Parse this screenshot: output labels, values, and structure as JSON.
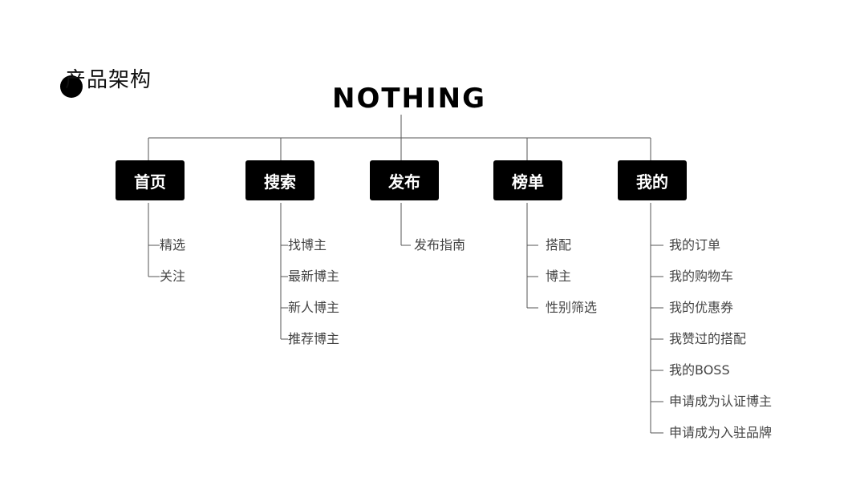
{
  "page": {
    "title": "产品架构",
    "brand": "NOTHING"
  },
  "categories": [
    {
      "label": "首页",
      "items": [
        "精选",
        "关注"
      ]
    },
    {
      "label": "搜索",
      "items": [
        "找博主",
        "最新博主",
        "新人博主",
        "推荐博主"
      ]
    },
    {
      "label": "发布",
      "items": [
        "发布指南"
      ]
    },
    {
      "label": "榜单",
      "items": [
        "搭配",
        "博主",
        "性别筛选"
      ]
    },
    {
      "label": "我的",
      "items": [
        "我的订单",
        "我的购物车",
        "我的优惠券",
        "我赞过的搭配",
        "我的BOSS",
        "申请成为认证博主",
        "申请成为入驻品牌"
      ]
    }
  ]
}
